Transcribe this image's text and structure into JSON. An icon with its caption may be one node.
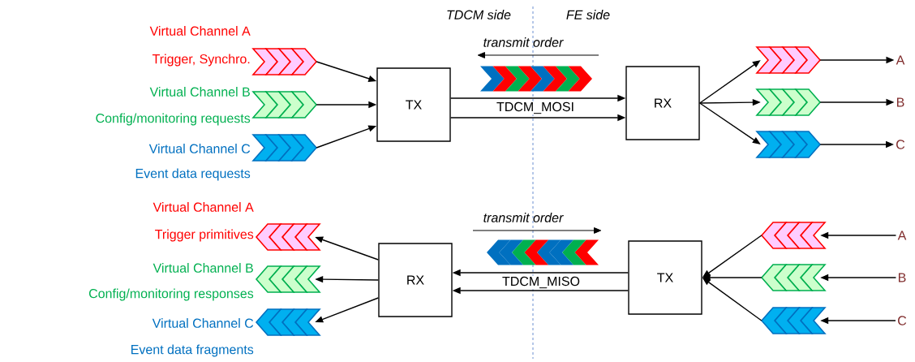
{
  "diagram": {
    "nodes": [
      {
        "text": [],
        "shape": "chevron",
        "beside": [
          "Virtual Channel A",
          "Trigger, Synchro."
        ]
      },
      {
        "text": [],
        "shape": "chevron",
        "beside": [
          "Virtual Channel B",
          "Config/monitoring requests"
        ]
      },
      {
        "text": [],
        "shape": "chevron",
        "beside": [
          "Virtual Channel C",
          "Event data requests"
        ]
      },
      {
        "text": [
          "TX"
        ]
      },
      {
        "text": [
          "RX"
        ]
      },
      {
        "text": [],
        "shape": "chevron"
      },
      {
        "text": [],
        "shape": "chevron"
      },
      {
        "text": [],
        "shape": "chevron"
      },
      {
        "text": [
          "A"
        ]
      },
      {
        "text": [
          "B"
        ]
      },
      {
        "text": [
          "C"
        ]
      },
      {
        "text": [],
        "shape": "chevron",
        "beside": [
          "Virtual Channel A",
          "Trigger primitives"
        ]
      },
      {
        "text": [],
        "shape": "chevron",
        "beside": [
          "Virtual Channel B",
          "Config/monitoring  responses"
        ]
      },
      {
        "text": [],
        "shape": "chevron",
        "beside": [
          "Virtual Channel C",
          "Event data fragments"
        ]
      },
      {
        "text": [
          "RX"
        ]
      },
      {
        "text": [
          "TX"
        ]
      },
      {
        "text": [],
        "shape": "chevron"
      },
      {
        "text": [],
        "shape": "chevron"
      },
      {
        "text": [],
        "shape": "chevron"
      },
      {
        "text": [
          "A"
        ]
      },
      {
        "text": [
          "B"
        ]
      },
      {
        "text": [
          "C"
        ]
      }
    ],
    "edges": [
      {
        "from": 0,
        "to": 3,
        "arrow": "to"
      },
      {
        "from": 1,
        "to": 3,
        "arrow": "to"
      },
      {
        "from": 2,
        "to": 3,
        "arrow": "to"
      },
      {
        "from": 3,
        "to": 4,
        "arrow": "to",
        "label": "TDCM_MOSI"
      },
      {
        "from": 3,
        "to": 4,
        "arrow": "to"
      },
      {
        "from": 4,
        "to": 5,
        "arrow": "to"
      },
      {
        "from": 4,
        "to": 6,
        "arrow": "to"
      },
      {
        "from": 4,
        "to": 7,
        "arrow": "to"
      },
      {
        "from": 5,
        "to": 8,
        "arrow": "to"
      },
      {
        "from": 6,
        "to": 9,
        "arrow": "to"
      },
      {
        "from": 7,
        "to": 10,
        "arrow": "to"
      },
      {
        "from": 14,
        "to": 11,
        "arrow": "to"
      },
      {
        "from": 14,
        "to": 12,
        "arrow": "to"
      },
      {
        "from": 14,
        "to": 13,
        "arrow": "to"
      },
      {
        "from": 15,
        "to": 14,
        "arrow": "to",
        "label": "TDCM_MISO"
      },
      {
        "from": 15,
        "to": 14,
        "arrow": "to"
      },
      {
        "from": 16,
        "to": 15,
        "arrow": "to"
      },
      {
        "from": 17,
        "to": 15,
        "arrow": "to"
      },
      {
        "from": 18,
        "to": 15,
        "arrow": "to"
      },
      {
        "from": 19,
        "to": 16,
        "arrow": "to"
      },
      {
        "from": 20,
        "to": 17,
        "arrow": "to"
      },
      {
        "from": 21,
        "to": 18,
        "arrow": "to"
      }
    ],
    "labels": [
      "TDCM side",
      "FE side",
      "transmit order",
      "transmit order"
    ]
  }
}
